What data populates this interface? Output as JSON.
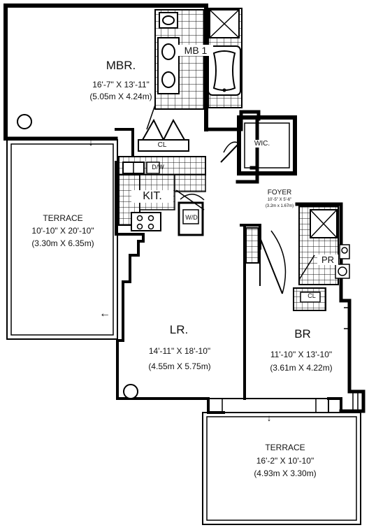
{
  "rooms": {
    "mbr": {
      "name": "MBR.",
      "dim_ft": "16'-7\" X 13'-11\"",
      "dim_m": "(5.05m X 4.24m)"
    },
    "mb1": {
      "name": "MB 1"
    },
    "cl_top": {
      "name": "CL"
    },
    "wic": {
      "name": "WIC."
    },
    "dw": {
      "name": "D/W"
    },
    "kit": {
      "name": "KIT."
    },
    "wd": {
      "name": "W/D"
    },
    "terrace_left": {
      "name": "TERRACE",
      "dim_ft": "10'-10\" X 20'-10\"",
      "dim_m": "(3.30m X 6.35m)"
    },
    "foyer": {
      "name": "FOYER",
      "dim_ft": "10'-5\" X 5'-6\"",
      "dim_m": "(3.2m x 1.67m)"
    },
    "pr": {
      "name": "PR"
    },
    "cl_br": {
      "name": "CL"
    },
    "lr": {
      "name": "LR.",
      "dim_ft": "14'-11\" X 18'-10\"",
      "dim_m": "(4.55m X 5.75m)"
    },
    "br": {
      "name": "BR",
      "dim_ft": "11'-10\" X 13'-10\"",
      "dim_m": "(3.61m X 4.22m)"
    },
    "terrace_bottom": {
      "name": "TERRACE",
      "dim_ft": "16'-2\" X 10'-10\"",
      "dim_m": "(4.93m X 3.30m)"
    }
  },
  "arrows": {
    "down": "↓",
    "left": "←"
  }
}
